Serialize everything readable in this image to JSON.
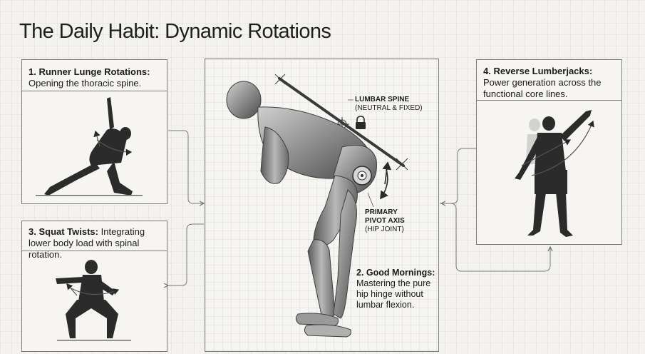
{
  "title": "The Daily Habit: Dynamic Rotations",
  "panels": {
    "runner": {
      "heading": "1. Runner Lunge Rotations:",
      "text": "Opening the thoracic spine."
    },
    "squat": {
      "heading": "3. Squat Twists:",
      "text": "Integrating lower body load with spinal rotation."
    },
    "lumberjack": {
      "heading": "4. Reverse Lumberjacks:",
      "text": "Power generation across the functional core lines."
    },
    "goodmorning": {
      "heading": "2. Good Mornings:",
      "text": "Mastering the pure hip hinge without lumbar flexion."
    }
  },
  "annotations": {
    "lumbar": {
      "label": "LUMBAR SPINE",
      "sub": "(NEUTRAL & FIXED)"
    },
    "pivot": {
      "label1": "PRIMARY",
      "label2": "PIVOT AXIS",
      "sub": "(HIP JOINT)"
    }
  },
  "icons": [
    "lock-icon",
    "pivot-axis-icon",
    "rotation-arrow-icon",
    "connector-arrow-icon"
  ]
}
